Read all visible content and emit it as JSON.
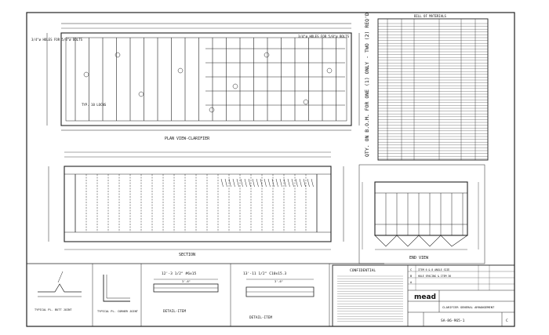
{
  "drawing": {
    "views": {
      "plan": "PLAN VIEW-CLARIFIER",
      "section": "SECTION",
      "end_view": "END VIEW",
      "detail_1": "DETAIL-ITEM",
      "detail_2": "DETAIL-ITEM",
      "typical_weld": "TYPICAL PL. BUTT JOINT",
      "corner_joint": "TYPICAL PL. CORNER JOINT"
    },
    "detail_dims": {
      "d1_top": "12'-3 1/2\" #6x15",
      "d1_sub": "3'-6\"",
      "d2_top": "13'-11 1/2\" C10x15.3",
      "d2_sub": "3'-6\""
    },
    "plan_notes": {
      "left_note": "3/4\"ø HOLES FOR 5/8\"ø BOLTS",
      "right_note": "3/4\"ø HOLES FOR 5/8\"ø BOLTS",
      "bottom_note": "TYP. 10 LOCNS"
    },
    "rotated_note": "QTY. ON B.O.M. FOR ONE (1) ONLY - TWO (2) REQ'D",
    "bom_header": "BILL OF MATERIALS",
    "title_block": {
      "confidential": "CONFIDENTIAL",
      "company": "mead",
      "title": "CLARIFIER GENERAL ARRANGEMENT",
      "dwg_no": "SA-86-965-1",
      "rev": "C",
      "revisions": [
        {
          "mark": "C",
          "desc": "ITEM 6 & 8 ANGLE SIZE"
        },
        {
          "mark": "B",
          "desc": "HOLE SPACING & ITEM 36"
        },
        {
          "mark": "A",
          "desc": ""
        }
      ]
    }
  }
}
